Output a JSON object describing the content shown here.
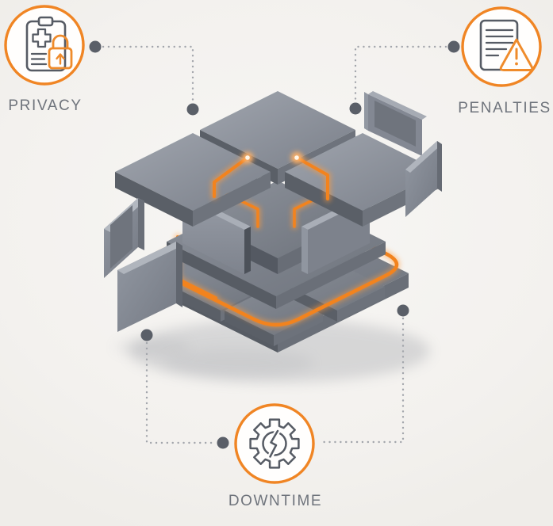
{
  "page": {
    "background_color": "#f3f1ee",
    "accent_orange": "#f2831e",
    "slab_gray": "#80858e",
    "slab_dark": "#5a5f67",
    "label_color": "#6f747c",
    "connector_dot_color": "#5a5f68",
    "connector_line_color": "#a2a5ab"
  },
  "nodes": [
    {
      "id": "privacy",
      "label": "PRIVACY",
      "icon": "clipboard-medical-lock-icon",
      "position": "top-left"
    },
    {
      "id": "penalties",
      "label": "PENALTIES",
      "icon": "document-warning-icon",
      "position": "top-right"
    },
    {
      "id": "downtime",
      "label": "DOWNTIME",
      "icon": "gear-clock-outage-icon",
      "position": "bottom-center"
    }
  ],
  "illustration": {
    "name": "exploded-isometric-stack",
    "description": "Exploded isometric cube of gray slabs and wall panels with glowing orange circuit traces"
  }
}
